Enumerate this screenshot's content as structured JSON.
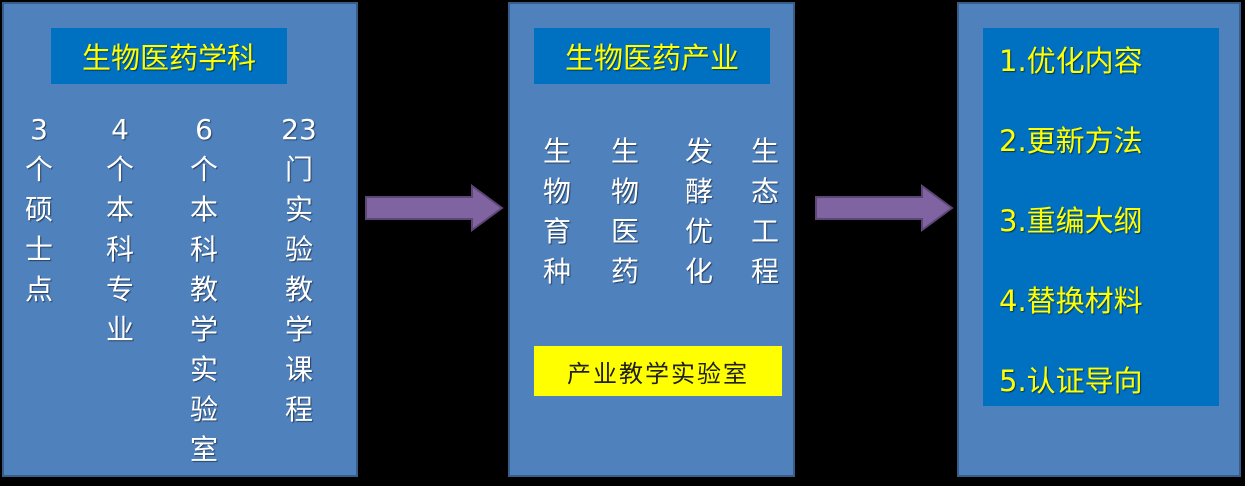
{
  "colors": {
    "panel_fill": "#4f81bd",
    "title_fill": "#0070c0",
    "highlight_text": "#ffff00",
    "arrow_fill": "#8064a2"
  },
  "panel1": {
    "title": "生物医药学科",
    "columns": [
      [
        "3",
        "个",
        "硕",
        "士",
        "点"
      ],
      [
        "4",
        "个",
        "本",
        "科",
        "专",
        "业"
      ],
      [
        "6",
        "个",
        "本",
        "科",
        "教",
        "学",
        "实",
        "验",
        "室"
      ],
      [
        "23",
        "门",
        "实",
        "验",
        "教",
        "学",
        "课",
        "程"
      ]
    ]
  },
  "panel2": {
    "title": "生物医药产业",
    "columns": [
      [
        "生",
        "物",
        "育",
        "种"
      ],
      [
        "生",
        "物",
        "医",
        "药"
      ],
      [
        "发",
        "酵",
        "优",
        "化"
      ],
      [
        "生",
        "态",
        "工",
        "程"
      ]
    ],
    "lab": "产业教学实验室"
  },
  "panel3": {
    "items": [
      "1.优化内容",
      "2.更新方法",
      "3.重编大纲",
      "4.替换材料",
      "5.认证导向"
    ]
  }
}
